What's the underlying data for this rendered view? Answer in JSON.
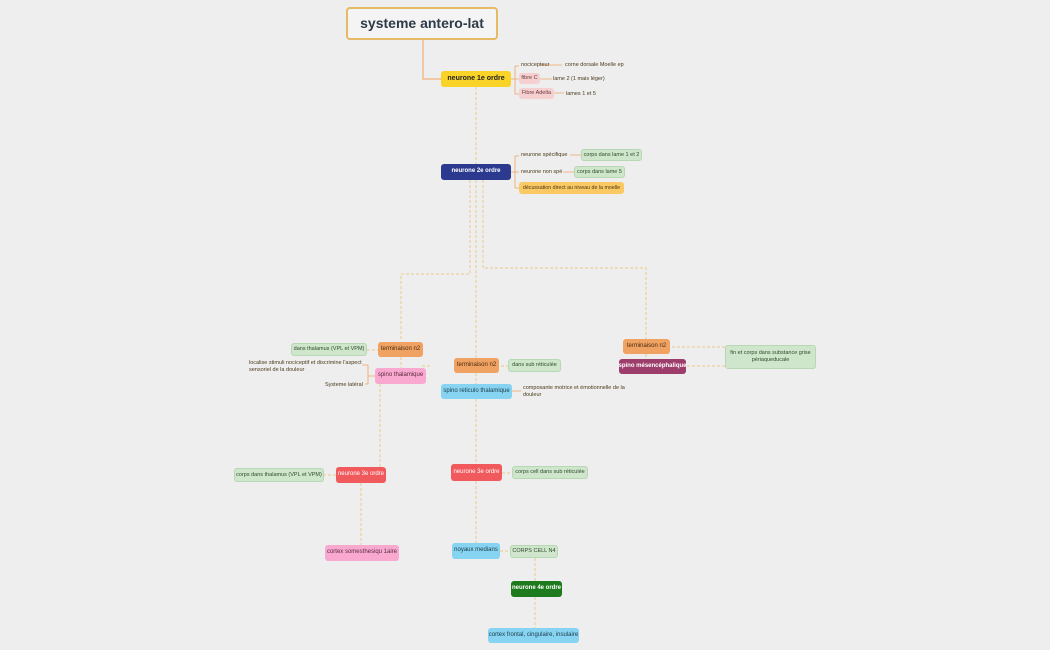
{
  "title": "systeme antero-lat",
  "n1": {
    "label": "neurone 1e ordre",
    "nociceptor": "nocicepteur",
    "corne": "corne dorsale Moelle ep",
    "fibreC": "fibre C",
    "lame2": "lame 2 (1 mais léger)",
    "fibreAd": "Fibre Adelta",
    "lames15": "lames 1 et 5"
  },
  "n2": {
    "label": "neurone 2e ordre",
    "specifique": "neurone spécifique",
    "corps12": "corps dans lame 1 et 2",
    "nonspe": "neurone non spé",
    "corps5": "corps dans lame 5",
    "decussation": "décussation direct au niveau de la moelle"
  },
  "left": {
    "term": "terminaison n2",
    "dans_thal": "dans thalamus (VPL et VPM)",
    "spino": "spino thalamique",
    "localise": "localise stimuli nociceptif et discrimine l'aspect sensoriel de la douleur",
    "systeme": "Systeme latéral",
    "corps_thal": "corps dans thalamus (VPL et VPM)",
    "n3": "neurone 3e ordre",
    "cortex": "cortex somesthesiqu 1aire"
  },
  "mid": {
    "term": "terminaison n2",
    "dans_sub": "dans sub réticulée",
    "spino": "spino reticulo thalamique",
    "compo": "composante motrice et émotionnelle de la douleur",
    "n3": "neurone 3e ordre",
    "corps_cell": "corps cell dans sub réticulée",
    "noyaux": "noyaux medians",
    "corps_n4": "CORPS CELL N4",
    "n4": "neurone 4e ordre",
    "cortex": "cortex frontal, cingulaire, insulaire"
  },
  "right": {
    "term": "terminaison n2",
    "spino": "spino mésencéphalique",
    "fin": "fin et corps dans substance grise périaqueducale"
  },
  "colors": {
    "yellow": "#f9d327",
    "navy": "#2b3a8f",
    "orange": "#f0a262",
    "red": "#f15a5d",
    "sky": "#86d4f1",
    "pink": "#f9a9cf",
    "magenta": "#9c3d6c",
    "dark_green": "#1d7a1d",
    "green": "#cfe6cc",
    "line": "#eac98a"
  }
}
